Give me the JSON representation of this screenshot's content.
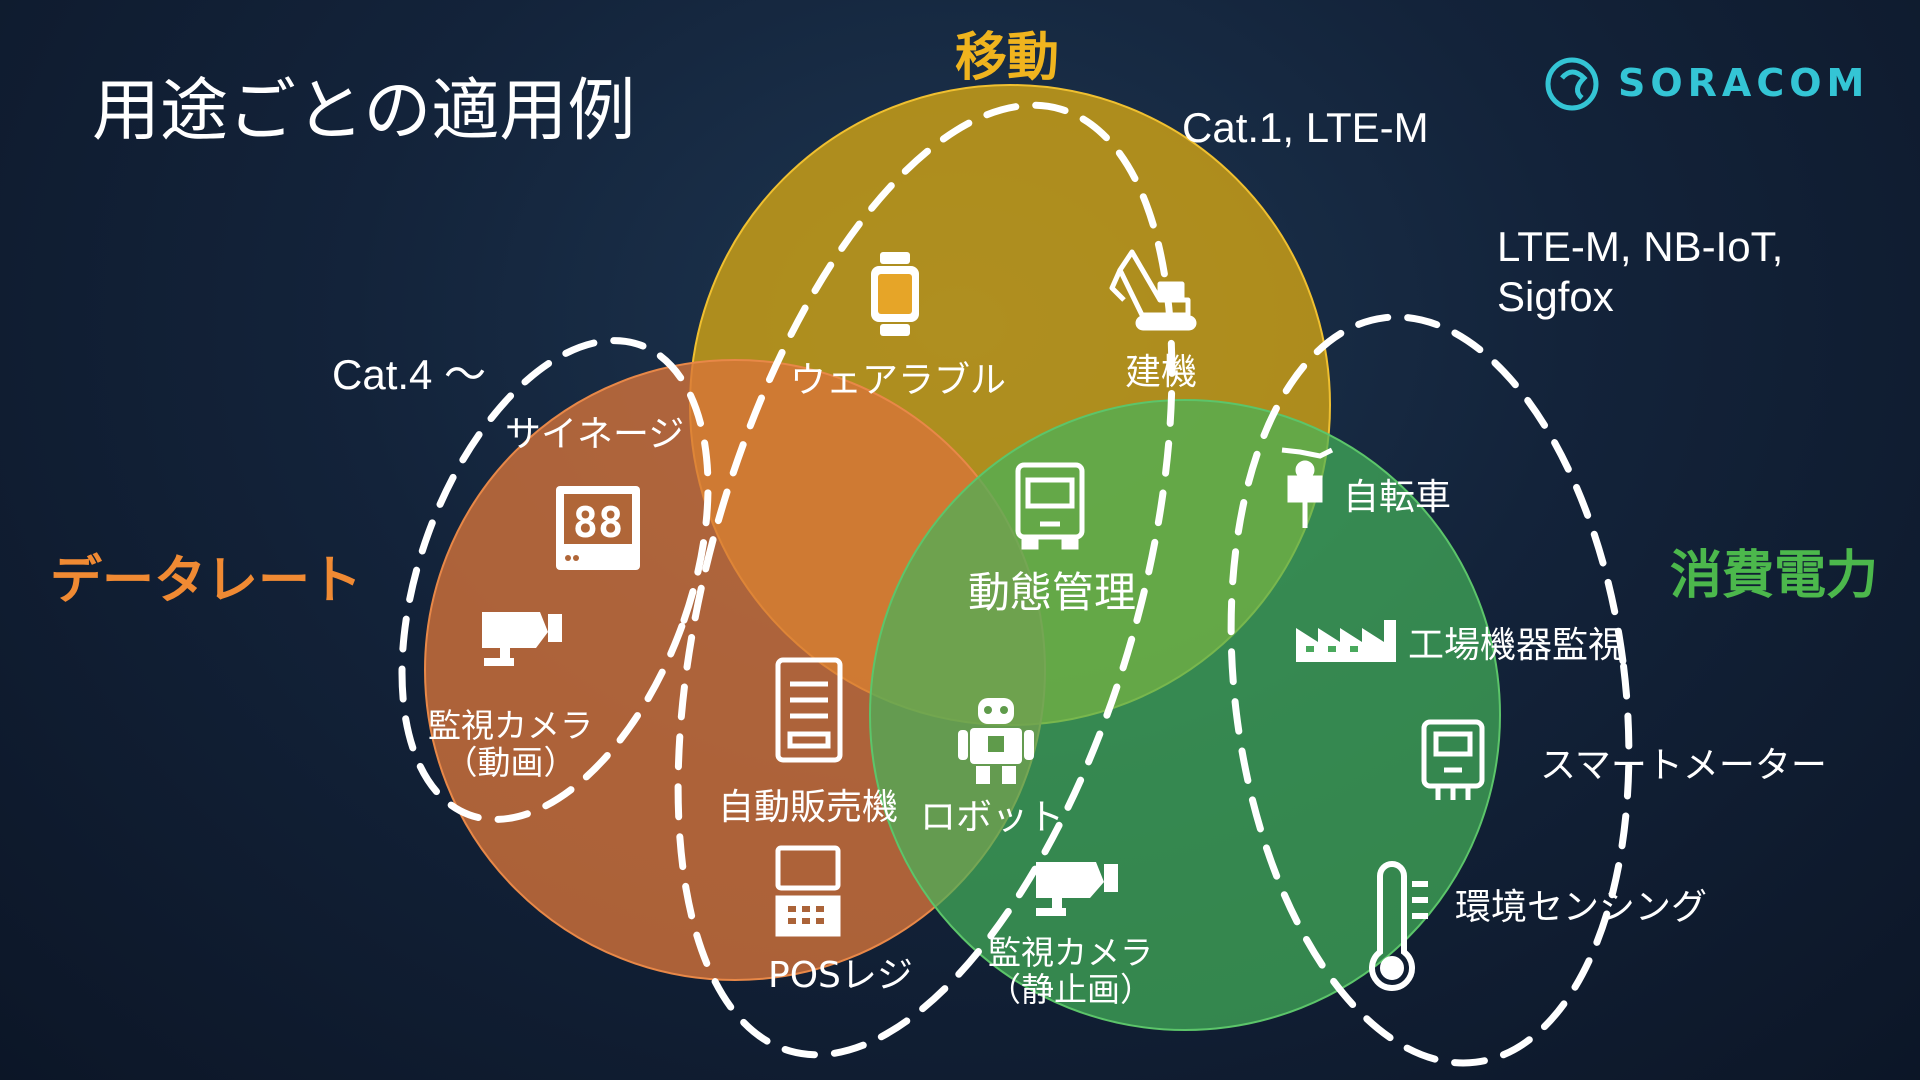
{
  "title": "用途ごとの適用例",
  "logo": {
    "text": "SORACOM",
    "color": "#34c5d5"
  },
  "categories": {
    "mobility": {
      "label": "移動",
      "color": "#f0b41e"
    },
    "data_rate": {
      "label": "データレート",
      "color": "#f08a33"
    },
    "power": {
      "label": "消費電力",
      "color": "#4cb84c"
    }
  },
  "technologies": {
    "cat1": "Cat.1, LTE-M",
    "lpwa_line1": "LTE-M, NB-IoT,",
    "lpwa_line2": "Sigfox",
    "cat4": "Cat.4 〜"
  },
  "items": {
    "wearable": {
      "label": "ウェアラブル",
      "icon": "smartwatch-icon"
    },
    "construction": {
      "label": "建機",
      "icon": "excavator-icon"
    },
    "signage": {
      "label": "サイネージ",
      "icon": "digital-display-icon"
    },
    "camera_video": {
      "line1": "監視カメラ",
      "line2": "（動画）",
      "icon": "security-camera-icon"
    },
    "fleet": {
      "label": "動態管理",
      "icon": "truck-icon"
    },
    "bicycle": {
      "label": "自転車",
      "icon": "cyclist-icon"
    },
    "factory": {
      "label": "工場機器監視",
      "icon": "factory-icon"
    },
    "vending": {
      "label": "自動販売機",
      "icon": "vending-machine-icon"
    },
    "robot": {
      "label": "ロボット",
      "icon": "robot-icon"
    },
    "smart_meter": {
      "label": "スマートメーター",
      "icon": "meter-icon"
    },
    "pos": {
      "label": "POSレジ",
      "icon": "pos-register-icon"
    },
    "camera_still": {
      "line1": "監視カメラ",
      "line2": "（静止画）",
      "icon": "security-camera-icon"
    },
    "env_sensing": {
      "label": "環境センシング",
      "icon": "thermometer-icon"
    }
  }
}
